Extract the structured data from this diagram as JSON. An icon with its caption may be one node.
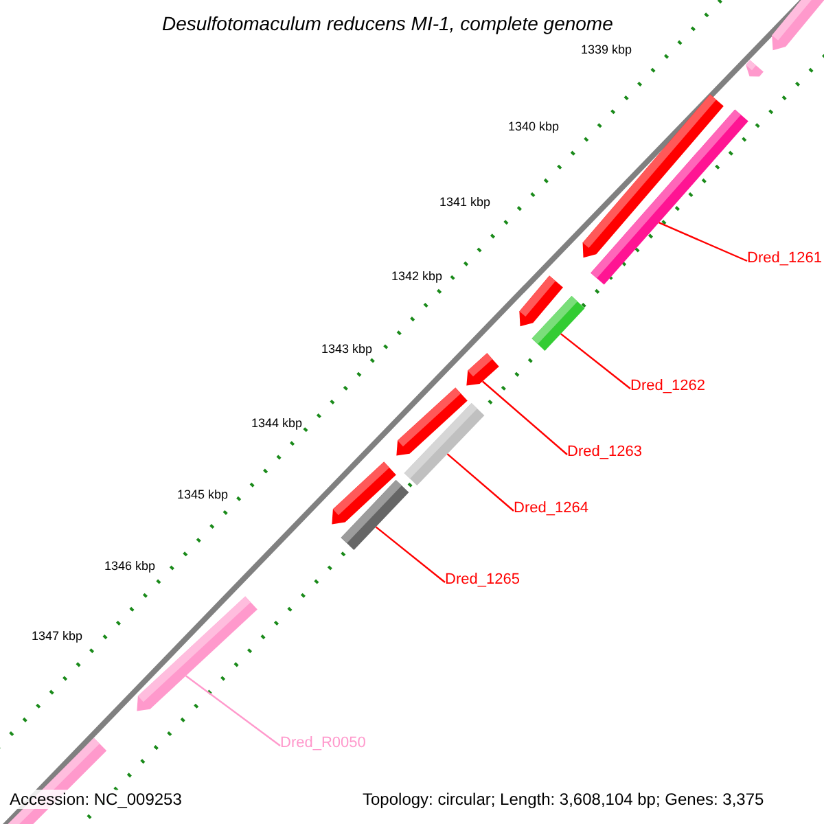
{
  "diagram": {
    "title": "Desulfotomaculum reducens MI-1, complete genome",
    "nodes": [
      {
        "text": [
          "Dred_1261"
        ]
      },
      {
        "text": [
          "Dred_1262"
        ]
      },
      {
        "text": [
          "Dred_1263"
        ]
      },
      {
        "text": [
          "Dred_1264"
        ]
      },
      {
        "text": [
          "Dred_1265"
        ]
      },
      {
        "text": [
          "Dred_R0050"
        ]
      },
      {
        "text": [],
        "shape": "bar"
      },
      {
        "text": [],
        "shape": "bar"
      },
      {
        "text": [],
        "shape": "bar"
      },
      {
        "text": [],
        "shape": "bar"
      },
      {
        "text": [],
        "shape": "bar"
      },
      {
        "text": [],
        "shape": "bar"
      },
      {
        "text": [],
        "shape": "bar"
      },
      {
        "text": [],
        "shape": "bar"
      },
      {
        "text": [],
        "shape": "bar"
      },
      {
        "text": [],
        "shape": "bar"
      },
      {
        "text": [],
        "shape": "bar"
      },
      {
        "text": [],
        "shape": "bar"
      },
      {
        "text": [],
        "shape": "bar"
      }
    ],
    "edges": [
      {
        "from": 0,
        "to": 6,
        "arrow": "none"
      },
      {
        "from": 1,
        "to": 7,
        "arrow": "none"
      },
      {
        "from": 2,
        "to": 8,
        "arrow": "none"
      },
      {
        "from": 3,
        "to": 9,
        "arrow": "none"
      },
      {
        "from": 4,
        "to": 10,
        "arrow": "none"
      },
      {
        "from": 5,
        "to": 11,
        "arrow": "none",
        "color": "#ff99cc"
      }
    ],
    "labels": [
      "1339 kbp",
      "1340 kbp",
      "1341 kbp",
      "1342 kbp",
      "1343 kbp",
      "1344 kbp",
      "1345 kbp",
      "1346 kbp",
      "1347 kbp",
      "Accession: NC_009253",
      "Topology: circular; Length: 3,608,104 bp; Genes: 3,375"
    ]
  }
}
